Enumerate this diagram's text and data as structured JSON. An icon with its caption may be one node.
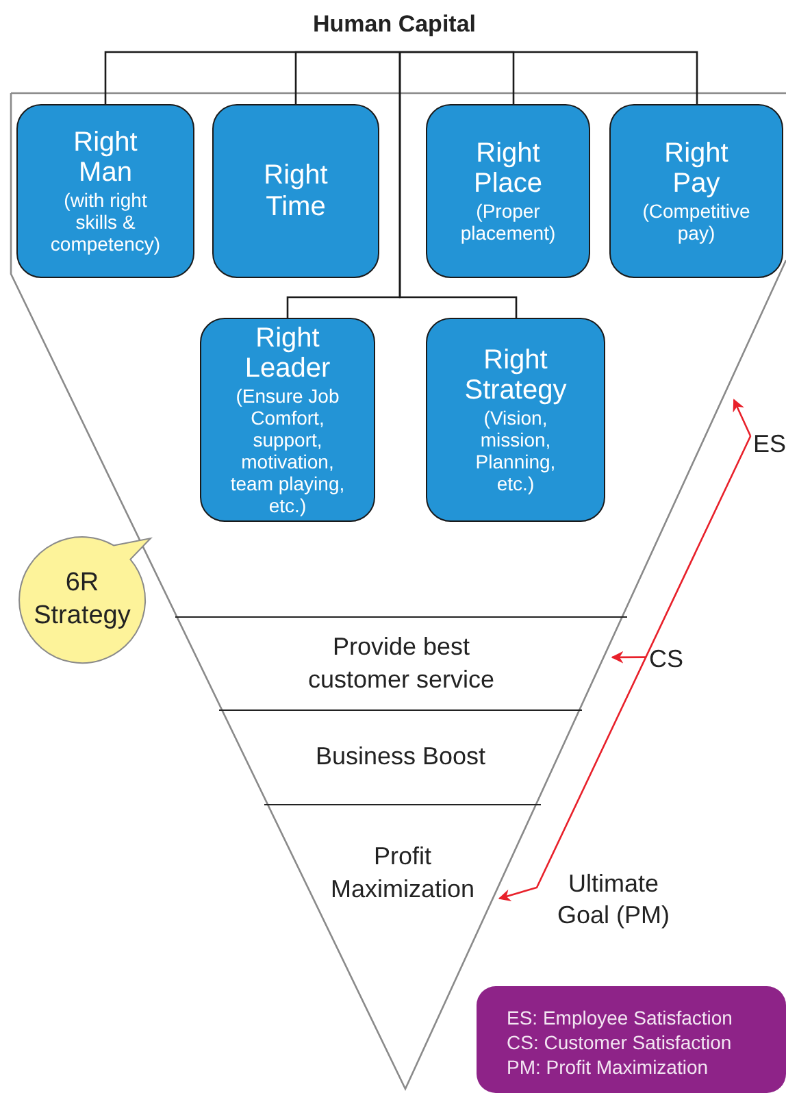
{
  "diagram": {
    "nodes": [
      {
        "text": [
          "Human Capital"
        ]
      },
      {
        "text": [
          "Right Man",
          "(with right skills & competency)"
        ]
      },
      {
        "text": [
          "Right Time"
        ]
      },
      {
        "text": [
          "Right Place",
          "(Proper placement)"
        ]
      },
      {
        "text": [
          "Right Pay",
          "(Competitive pay)"
        ]
      },
      {
        "text": [
          "Right Leader",
          "(Ensure Job Comfort, support, motivation, team playing, etc.)"
        ]
      },
      {
        "text": [
          "Right Strategy",
          "(Vision, mission, Planning, etc.)"
        ]
      },
      {
        "text": [
          "Provide best customer service"
        ]
      },
      {
        "text": [
          "Business Boost"
        ]
      },
      {
        "text": [
          "Profit Maximization"
        ]
      },
      {
        "text": [
          "6R Strategy"
        ]
      },
      {
        "text": [
          "ES"
        ]
      },
      {
        "text": [
          "CS"
        ]
      },
      {
        "text": [
          "ES: Employee Satisfaction",
          "CS: Customer Satisfaction",
          "PM: Profit Maximization"
        ]
      }
    ],
    "edges": [
      {
        "from": 0,
        "to": 1,
        "arrow": "none"
      },
      {
        "from": 0,
        "to": 2,
        "arrow": "none"
      },
      {
        "from": 0,
        "to": 3,
        "arrow": "none"
      },
      {
        "from": 0,
        "to": 4,
        "arrow": "none"
      },
      {
        "from": 0,
        "to": 5,
        "arrow": "none"
      },
      {
        "from": 0,
        "to": 6,
        "arrow": "none"
      },
      {
        "from": 11,
        "to": null,
        "arrow": "to",
        "color": "#e8202a"
      },
      {
        "from": 11,
        "to": 9,
        "arrow": "to",
        "color": "#e8202a"
      },
      {
        "from": 12,
        "to": 7,
        "arrow": "to",
        "color": "#e8202a"
      }
    ],
    "labels": [
      "Ultimate Goal (PM)"
    ]
  }
}
